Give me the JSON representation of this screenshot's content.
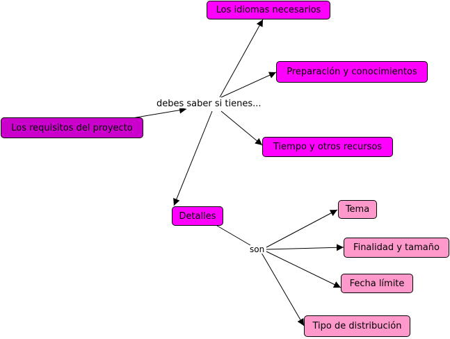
{
  "nodes": {
    "requisitos": "Los requisitos del proyecto",
    "idiomas": "Los idiomas necesarios",
    "preparacion": "Preparación y conocimientos",
    "tiempo": "Tiempo y otros recursos",
    "detalles": "Detalles",
    "tema": "Tema",
    "finalidad": "Finalidad y tamaño",
    "fecha": "Fecha límite",
    "tipo": "Tipo de distribución"
  },
  "links": {
    "debes": "debes saber si tienes...",
    "son": "son"
  },
  "colors": {
    "primary_node": "#ff00ff",
    "root_node": "#cc00cc",
    "detail_node": "#ff99cc"
  }
}
